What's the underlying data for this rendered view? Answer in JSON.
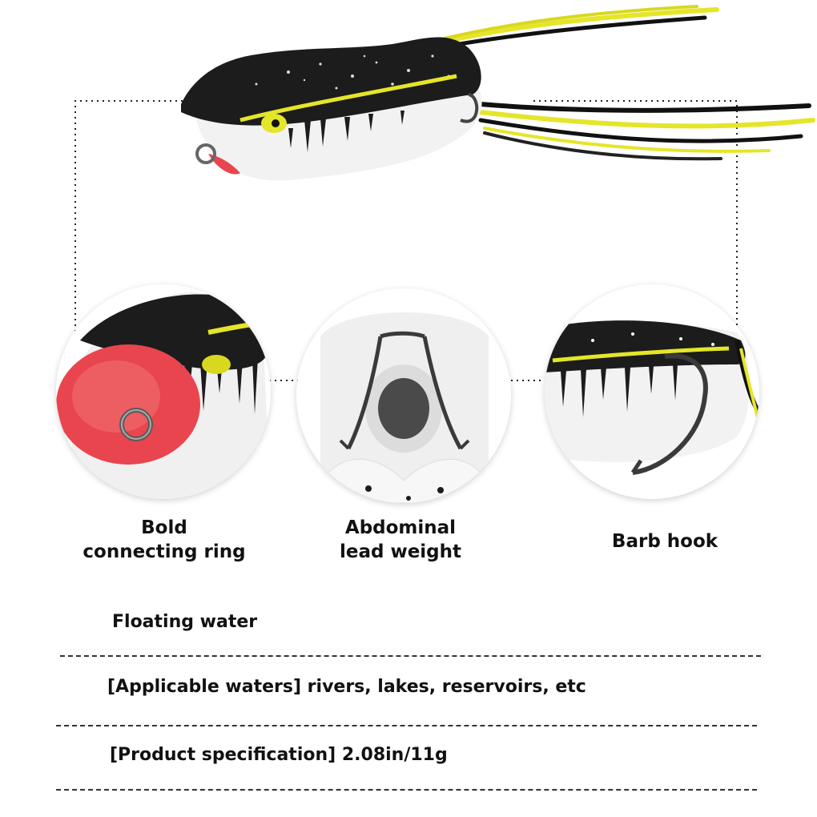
{
  "features": [
    {
      "line1": "Bold",
      "line2": "connecting ring"
    },
    {
      "line1": "Abdominal",
      "line2": "lead weight"
    },
    {
      "line1": "Barb hook",
      "line2": ""
    }
  ],
  "specs": {
    "floating": "Floating water",
    "waters": "[Applicable waters] rivers, lakes, reservoirs, etc",
    "specification": "[Product specification] 2.08in/11g"
  },
  "colors": {
    "body_black": "#1c1c1c",
    "belly_white": "#f2f2f2",
    "accent_yellow": "#e5e52a",
    "mouth_red": "#e8454f",
    "hook_gray": "#555555"
  },
  "icons": [
    "frog-lure-image",
    "connecting-ring-closeup",
    "lead-weight-closeup",
    "barb-hook-closeup"
  ]
}
